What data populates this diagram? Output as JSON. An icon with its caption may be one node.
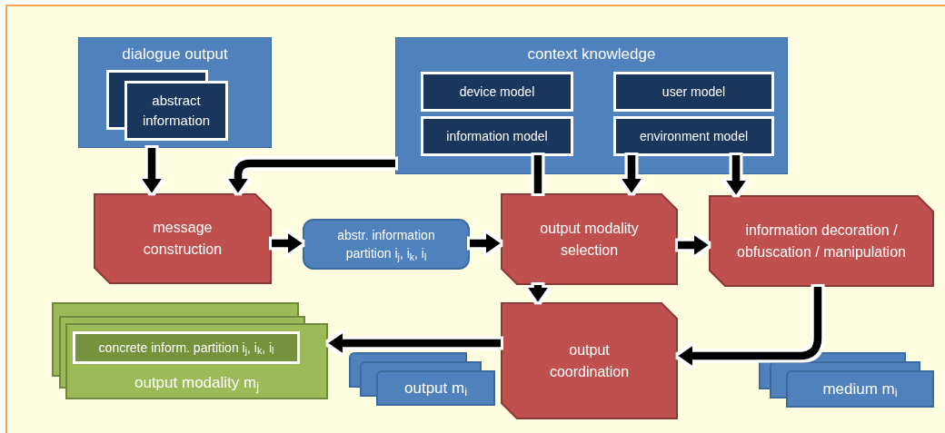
{
  "diagram": {
    "nodes": [
      {
        "text": [
          "dialogue output"
        ]
      },
      {
        "text": [
          "abstract information"
        ],
        "in": 0
      },
      {
        "text": [
          "context knowledge"
        ]
      },
      {
        "text": [
          "device model"
        ],
        "in": 2
      },
      {
        "text": [
          "user model"
        ],
        "in": 2
      },
      {
        "text": [
          "information model"
        ],
        "in": 2
      },
      {
        "text": [
          "environment model"
        ],
        "in": 2
      },
      {
        "text": [
          "message construction"
        ]
      },
      {
        "text": [
          "abstr. information partition i$_{j}$, i$_{k}$, i$_{l}$"
        ]
      },
      {
        "text": [
          "output modality selection"
        ]
      },
      {
        "text": [
          "information decoration / obfuscation / manipulation"
        ]
      },
      {
        "text": [
          "output coordination"
        ]
      },
      {
        "text": [
          "output modality m$_{j}$"
        ]
      },
      {
        "text": [
          "concrete inform. partition i$_{j}$, i$_{k}$, i$_{l}$"
        ],
        "in": 12
      },
      {
        "text": [
          "output m$_{i}$"
        ]
      },
      {
        "text": [
          "medium m$_{i}$"
        ]
      }
    ],
    "edges": [
      {
        "from": 0,
        "to": 7,
        "arrow": "to"
      },
      {
        "from": 2,
        "to": 7,
        "arrow": "to"
      },
      {
        "from": 5,
        "to": 9,
        "arrow": "none"
      },
      {
        "from": 6,
        "to": 9,
        "arrow": "to"
      },
      {
        "from": 6,
        "to": 10,
        "arrow": "to"
      },
      {
        "from": 7,
        "to": 8,
        "arrow": "to"
      },
      {
        "from": 8,
        "to": 9,
        "arrow": "to"
      },
      {
        "from": 9,
        "to": 10,
        "arrow": "to"
      },
      {
        "from": 9,
        "to": 11,
        "arrow": "to"
      },
      {
        "from": 10,
        "to": 11,
        "arrow": "to"
      },
      {
        "from": 11,
        "to": 12,
        "arrow": "to"
      }
    ]
  }
}
